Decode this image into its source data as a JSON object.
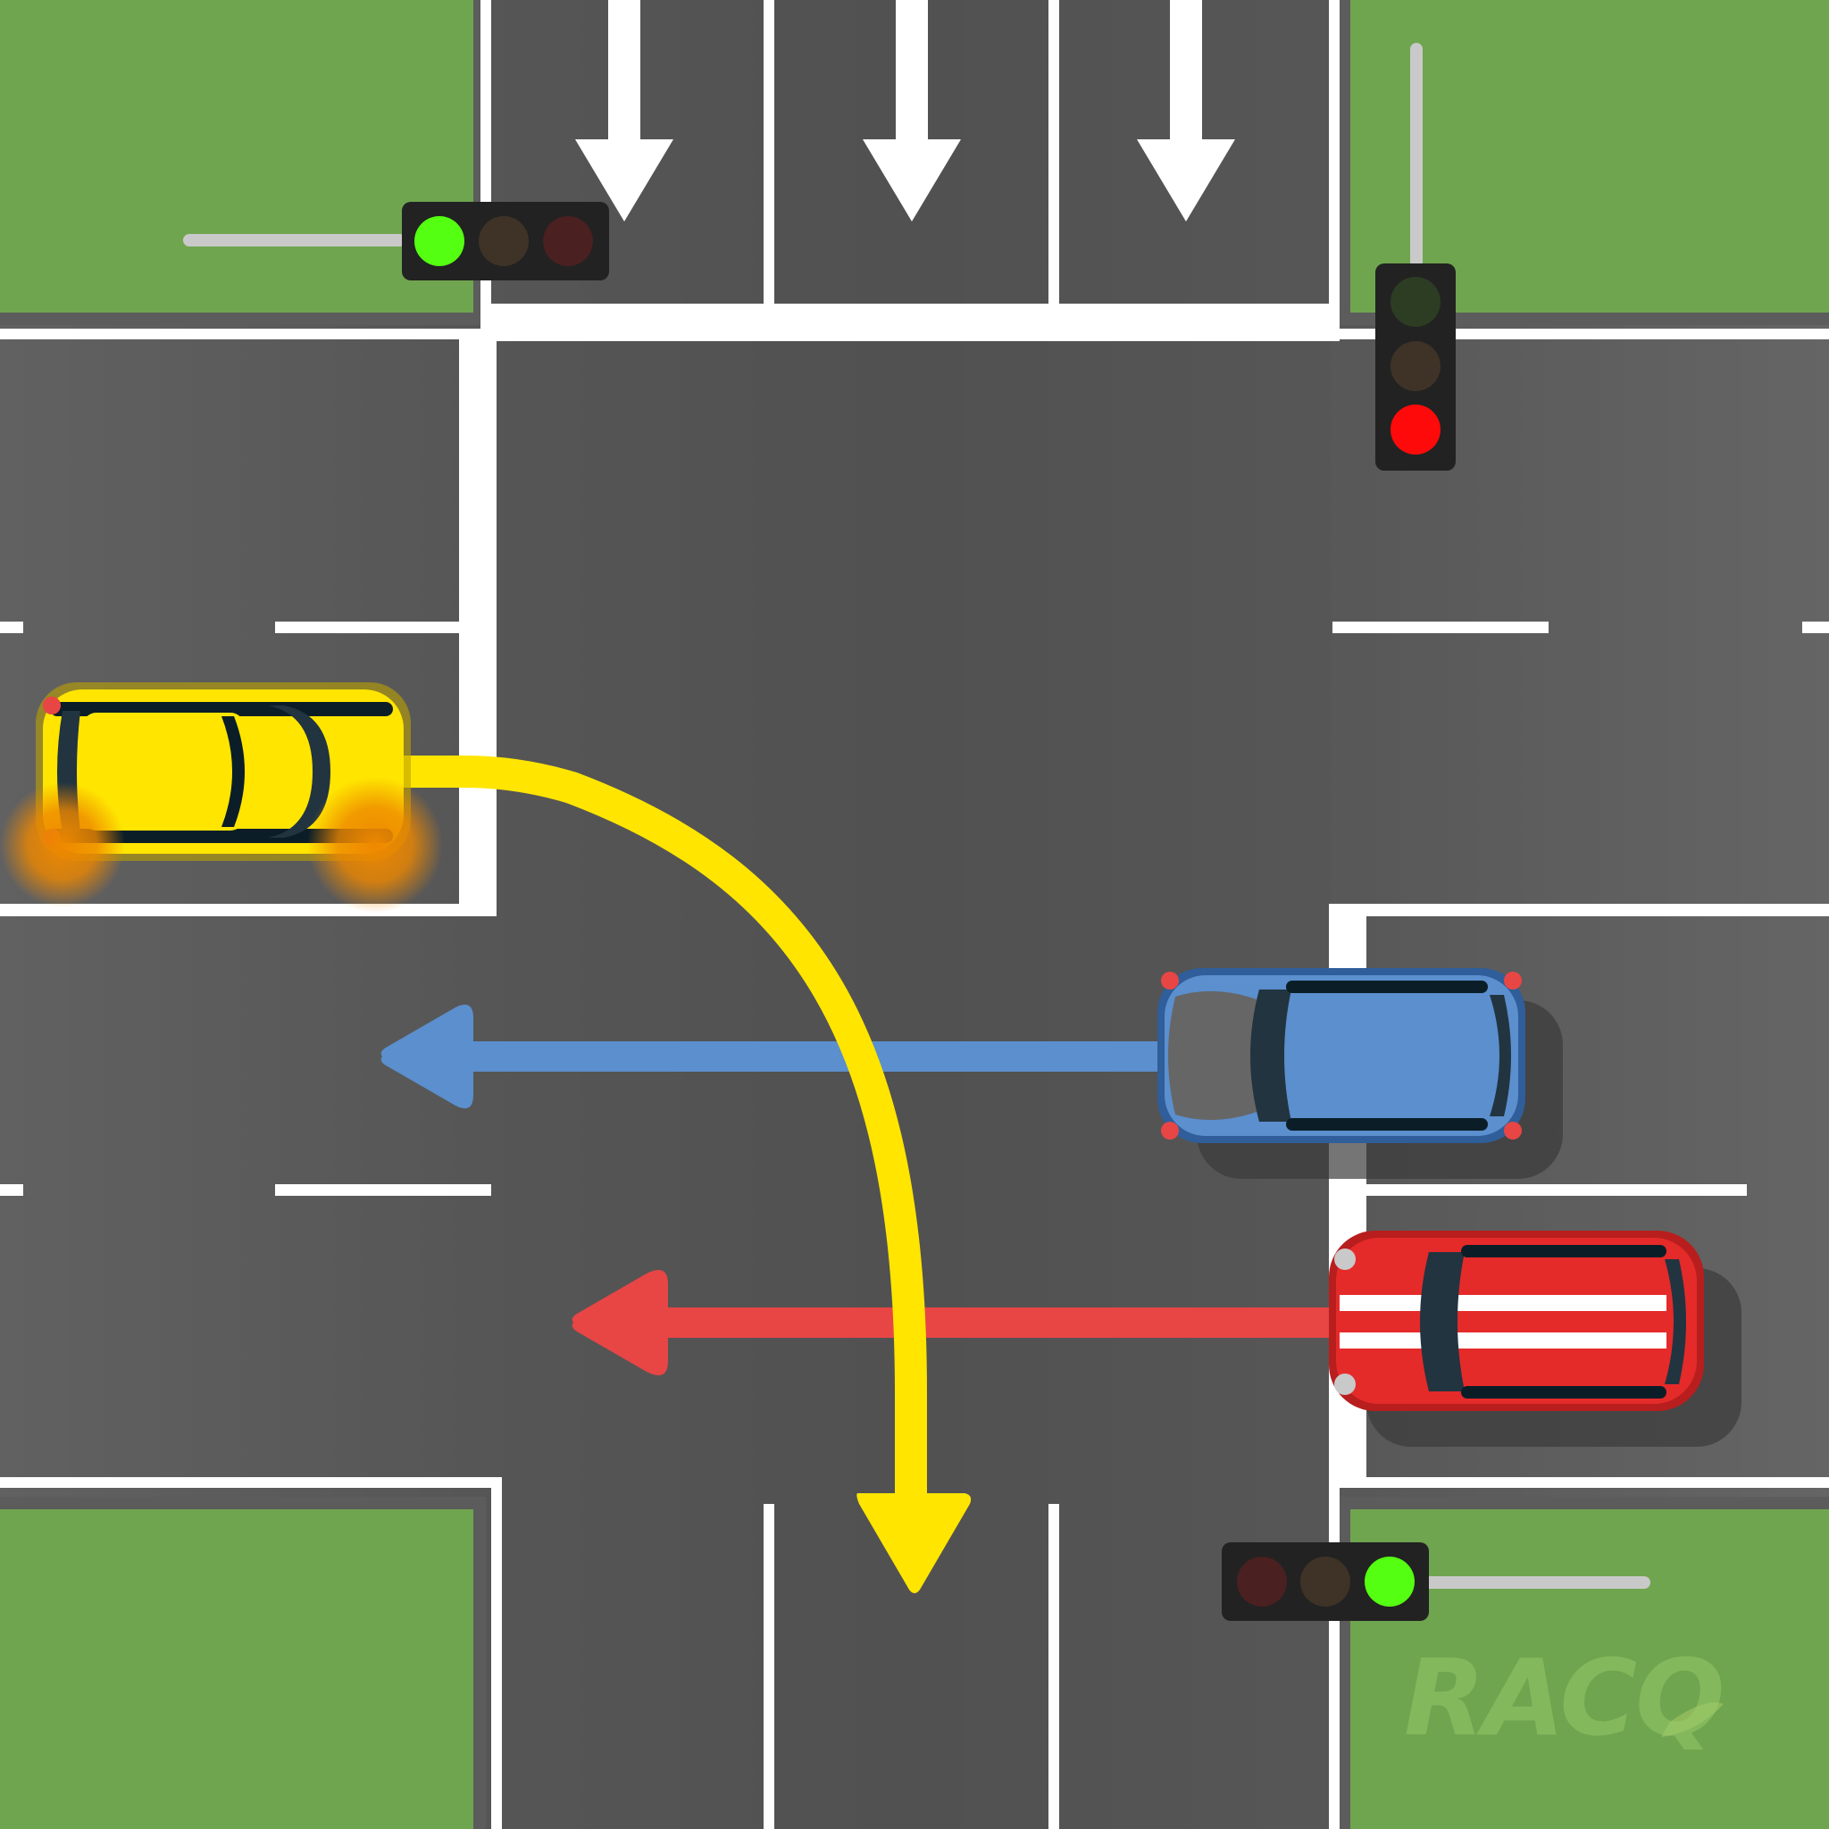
{
  "scene": {
    "description_label": "",
    "colors": {
      "grass": "#6fa54f",
      "asphalt_dark": "#4a4a4a",
      "asphalt_light": "#666666",
      "line_white": "#ffffff",
      "car_yellow": "#ffe500",
      "car_blue": "#5b8fcd",
      "car_red": "#e52a2a",
      "path_yellow": "#ffe500",
      "path_blue": "#5b8fcd",
      "path_red": "#e84545",
      "light_green_on": "#55ff11",
      "light_red_on": "#ff0a0a",
      "indicator_orange": "#ee8800"
    }
  },
  "traffic_lights": [
    {
      "name": "north-west-light",
      "state": "green",
      "orientation": "horizontal"
    },
    {
      "name": "north-east-light",
      "state": "red",
      "orientation": "vertical"
    },
    {
      "name": "south-east-light",
      "state": "green",
      "orientation": "horizontal"
    }
  ],
  "vehicles": [
    {
      "name": "yellow-car",
      "color": "yellow",
      "indicating": "right",
      "path": "right-turn"
    },
    {
      "name": "blue-car",
      "color": "blue",
      "path": "straight-west"
    },
    {
      "name": "red-car",
      "color": "red",
      "path": "straight-west"
    }
  ],
  "road_arrows": [
    {
      "name": "lane-arrow-1",
      "direction": "down"
    },
    {
      "name": "lane-arrow-2",
      "direction": "down"
    },
    {
      "name": "lane-arrow-3",
      "direction": "down"
    }
  ],
  "watermark": {
    "text": "RACQ",
    "icon": "racq-leaf-logo"
  }
}
